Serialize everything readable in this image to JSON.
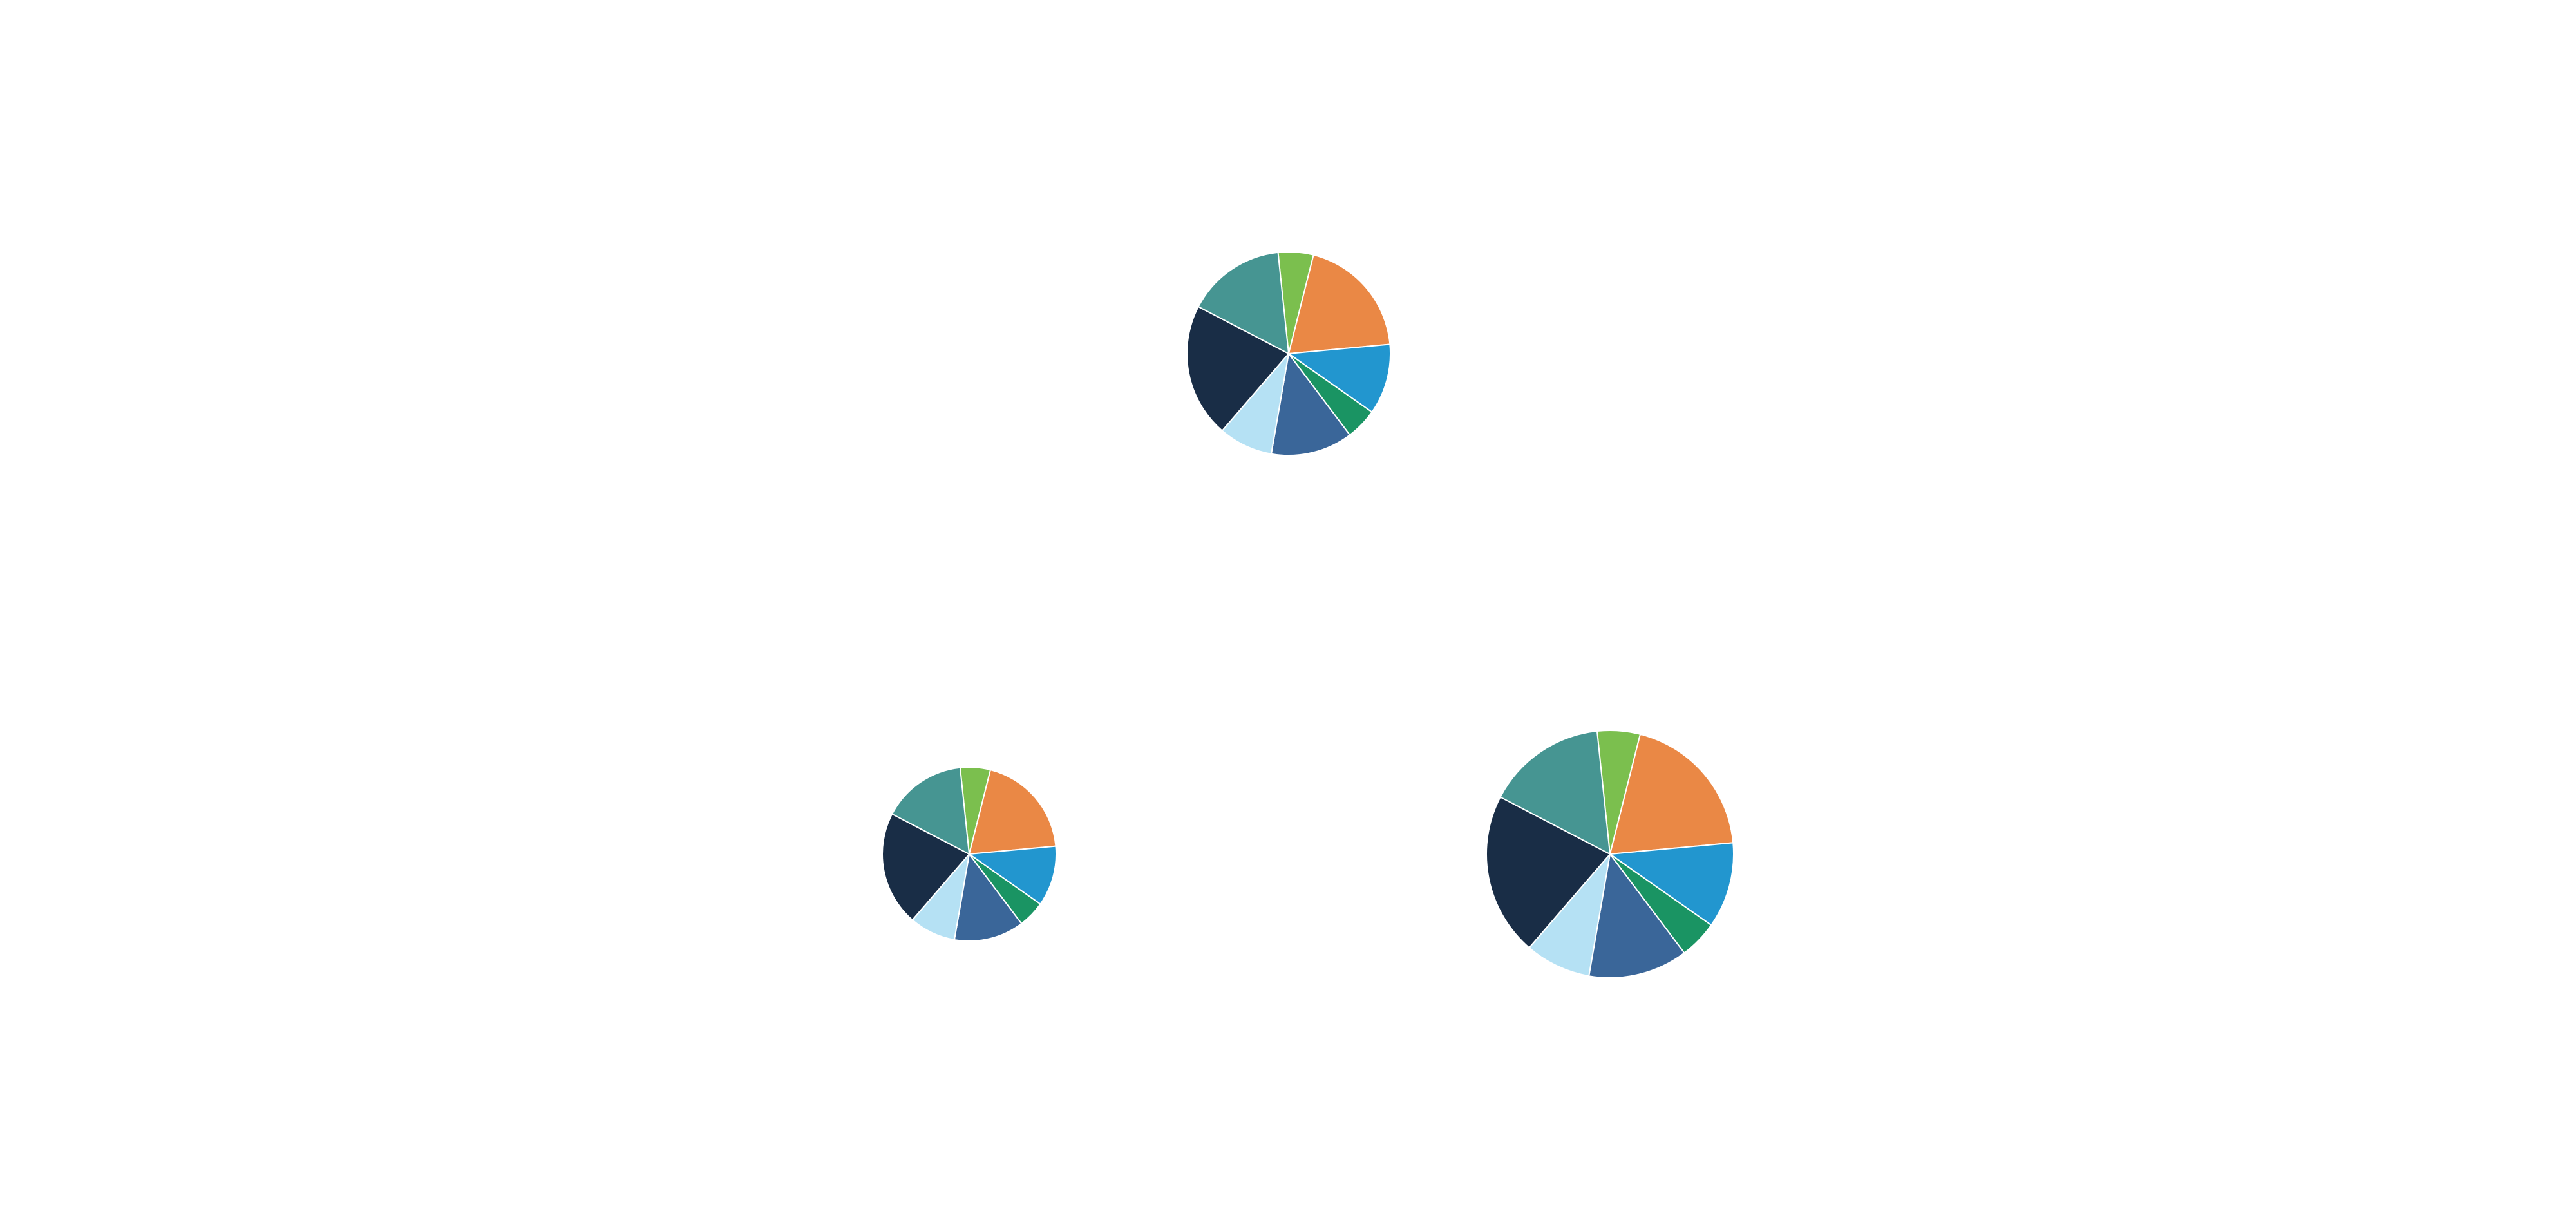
{
  "chart_data": [
    {
      "type": "pie",
      "series_colors": [
        "#7bbf4e",
        "#ea8845",
        "#2296cf",
        "#1a9463",
        "#3a6699",
        "#b5e1f4",
        "#192d46",
        "#469592"
      ],
      "slices": [
        {
          "value": 5.6,
          "color": "#7bbf4e"
        },
        {
          "value": 19.6,
          "color": "#ea8845"
        },
        {
          "value": 11.2,
          "color": "#2296cf"
        },
        {
          "value": 5.0,
          "color": "#1a9463"
        },
        {
          "value": 13.0,
          "color": "#3a6699"
        },
        {
          "value": 8.6,
          "color": "#b5e1f4"
        },
        {
          "value": 21.3,
          "color": "#192d46"
        },
        {
          "value": 15.7,
          "color": "#469592"
        }
      ]
    },
    {
      "type": "pie",
      "slices": [
        {
          "value": 5.6,
          "color": "#7bbf4e"
        },
        {
          "value": 19.6,
          "color": "#ea8845"
        },
        {
          "value": 11.2,
          "color": "#2296cf"
        },
        {
          "value": 5.0,
          "color": "#1a9463"
        },
        {
          "value": 13.0,
          "color": "#3a6699"
        },
        {
          "value": 8.6,
          "color": "#b5e1f4"
        },
        {
          "value": 21.3,
          "color": "#192d46"
        },
        {
          "value": 15.7,
          "color": "#469592"
        }
      ]
    },
    {
      "type": "pie",
      "slices": [
        {
          "value": 5.6,
          "color": "#7bbf4e"
        },
        {
          "value": 19.6,
          "color": "#ea8845"
        },
        {
          "value": 11.2,
          "color": "#2296cf"
        },
        {
          "value": 5.0,
          "color": "#1a9463"
        },
        {
          "value": 13.0,
          "color": "#3a6699"
        },
        {
          "value": 8.6,
          "color": "#b5e1f4"
        },
        {
          "value": 21.3,
          "color": "#192d46"
        },
        {
          "value": 15.7,
          "color": "#469592"
        }
      ]
    }
  ]
}
